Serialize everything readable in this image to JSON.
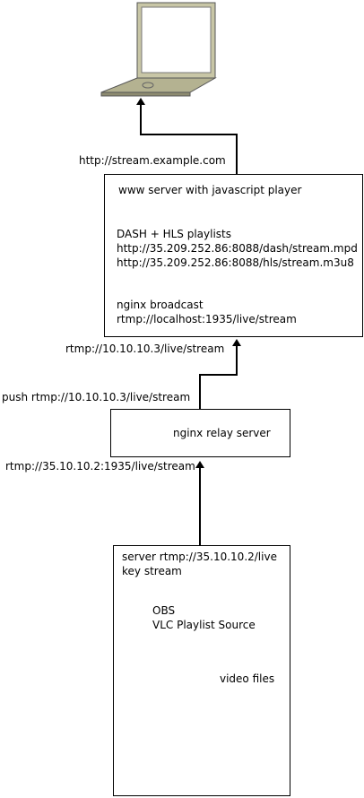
{
  "laptop": {
    "url_label": "http://stream.example.com"
  },
  "www_box": {
    "title": "www server with javascript player",
    "playlists_heading": "DASH + HLS playlists",
    "dash_url": "http://35.209.252.86:8088/dash/stream.mpd",
    "hls_url": "http://35.209.252.86:8088/hls/stream.m3u8",
    "broadcast_heading": "nginx broadcast",
    "broadcast_url": "rtmp://localhost:1935/live/stream"
  },
  "edge_relay_to_www": {
    "label": "rtmp://10.10.10.3/live/stream"
  },
  "push_label": "push rtmp://10.10.10.3/live/stream",
  "relay_box": {
    "title": "nginx relay server"
  },
  "edge_source_to_relay": {
    "label": "rtmp://35.10.10.2:1935/live/stream"
  },
  "source_box": {
    "server_line": "server rtmp://35.10.10.2/live",
    "key_line": "key stream",
    "obs": "OBS",
    "vlc": "VLC Playlist Source",
    "video_files": "video files"
  },
  "colors": {
    "server_tan": "#c9c7a8",
    "server_dark": "#8d8b70",
    "laptop_body": "#c8c6a6"
  }
}
